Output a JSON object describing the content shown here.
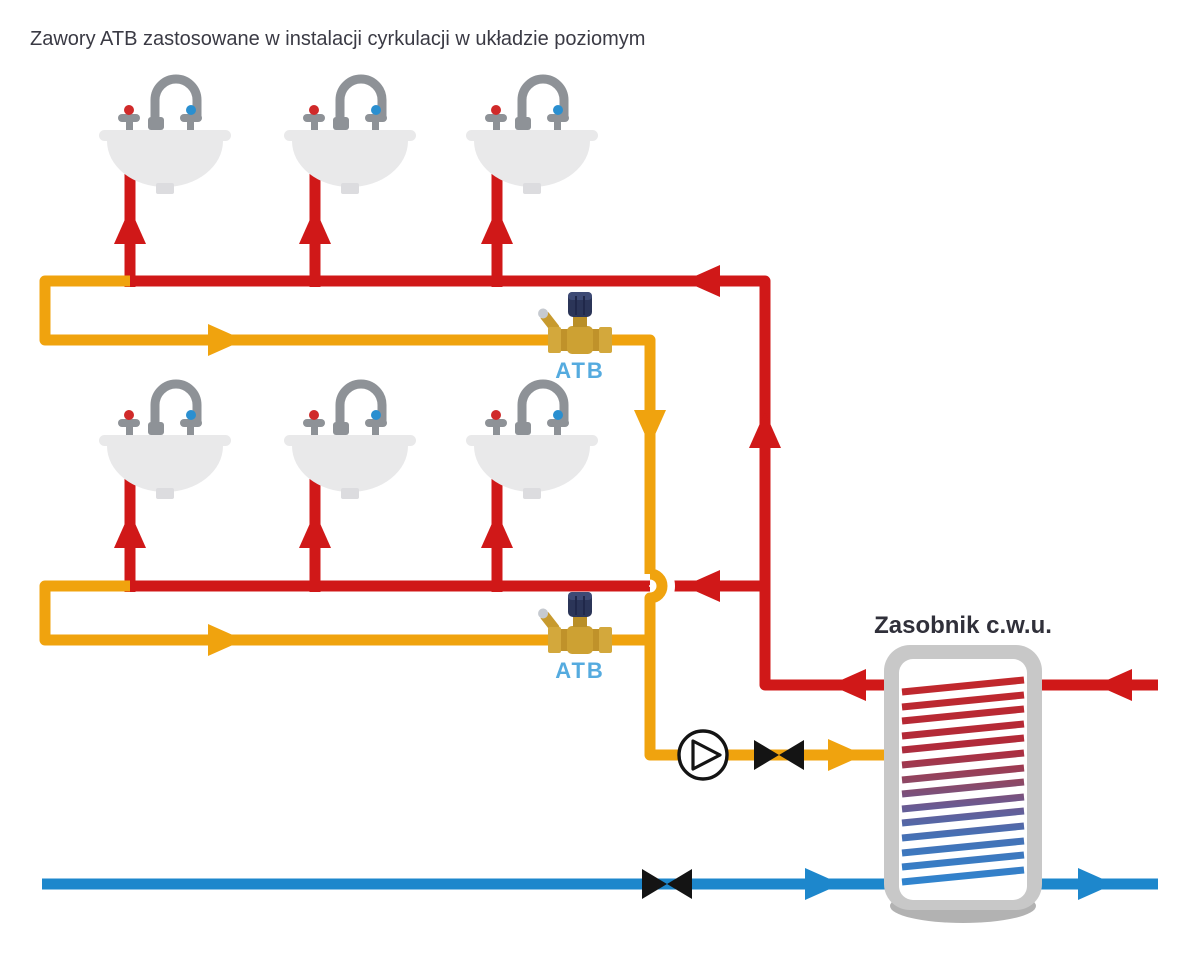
{
  "title": "Zawory ATB zastosowane w instalacji cyrkulacji w układzie poziomym",
  "labels": {
    "atb_valve_1": "ATB",
    "atb_valve_2": "ATB",
    "tank": "Zasobnik c.w.u."
  },
  "colors": {
    "hot_water_pipe": "#d01818",
    "circulation_pipe": "#f0a30e",
    "cold_water_pipe": "#1d87cc",
    "atb_label": "#55abdf",
    "valve_body_brass": "#cda133",
    "valve_cap_navy": "#2b3558",
    "tank_shell": "#c8c8c8",
    "title_text": "#3a3a44"
  },
  "icons": {
    "sink": "washbasin-with-faucet",
    "pump": "circulation-pump",
    "shutoff_valve": "bowtie-shutoff-valve",
    "atb_valve": "atb-balancing-valve",
    "flow_arrow": "triangle-arrowhead",
    "tank": "hot-water-storage-tank-with-coil"
  },
  "components": {
    "sink_count": 6,
    "atb_valve_count": 2,
    "pump_count": 1,
    "shutoff_valve_count": 2
  }
}
